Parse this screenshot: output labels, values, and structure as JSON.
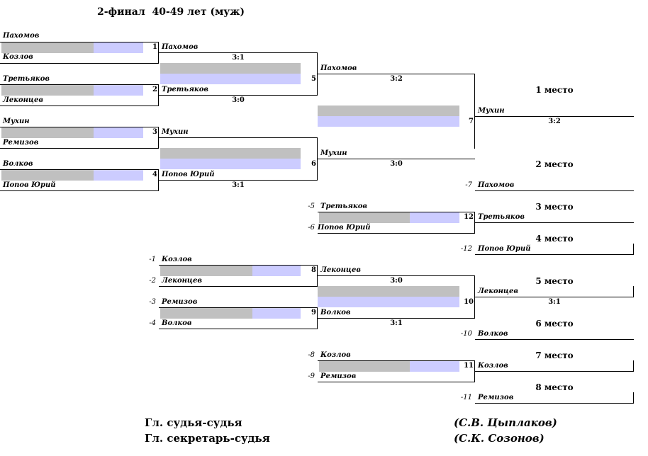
{
  "title": "2-финал  40-49 лет (муж)",
  "round1": [
    {
      "num": "1",
      "top": "Пахомов",
      "bottom": "Козлов",
      "winner": "Пахомов",
      "score": "3:1"
    },
    {
      "num": "2",
      "top": "Третьяков",
      "bottom": "Леконцев",
      "winner": "Третьяков",
      "score": "3:0"
    },
    {
      "num": "3",
      "top": "Мухин",
      "bottom": "Ремизов",
      "winner": "Мухин",
      "score": ""
    },
    {
      "num": "4",
      "top": "Волков",
      "bottom": "Попов Юрий",
      "winner": "Попов Юрий",
      "score": "3:1"
    }
  ],
  "round2": [
    {
      "num": "5",
      "winner": "Пахомов",
      "score": "3:2"
    },
    {
      "num": "6",
      "winner": "Мухин",
      "score": "3:0"
    }
  ],
  "final": {
    "num": "7",
    "winner": "Мухин",
    "score": "3:2"
  },
  "places": {
    "p1": "1 место",
    "p2": "2 место",
    "p3": "3 место",
    "p4": "4 место",
    "p5": "5 место",
    "p6": "6 место",
    "p7": "7 место",
    "p8": "8 место"
  },
  "second": {
    "loser_ref": "-7",
    "name": "Пахомов"
  },
  "m12": {
    "num": "12",
    "top_ref": "-5",
    "top": "Третьяков",
    "bottom_ref": "-6",
    "bottom": "Попов Юрий",
    "winner": "Третьяков",
    "loser_ref": "-12",
    "loser": "Попов Юрий"
  },
  "m8": {
    "num": "8",
    "top_ref": "-1",
    "top": "Козлов",
    "bottom_ref": "-2",
    "bottom": "Леконцев",
    "winner": "Леконцев",
    "score": "3:0"
  },
  "m9": {
    "num": "9",
    "top_ref": "-3",
    "top": "Ремизов",
    "bottom_ref": "-4",
    "bottom": "Волков",
    "winner": "Волков",
    "score": "3:1"
  },
  "m10": {
    "num": "10",
    "winner": "Леконцев",
    "score": "3:1",
    "loser_ref": "-10",
    "loser": "Волков"
  },
  "m11": {
    "num": "11",
    "top_ref": "-8",
    "top": "Козлов",
    "bottom_ref": "-9",
    "bottom": "Ремизов",
    "winner": "Козлов",
    "loser_ref": "-11",
    "loser": "Ремизов"
  },
  "footer": {
    "judge_label": "Гл. судья-судья",
    "judge_name": "(С.В. Цыплаков)",
    "secretary_label": "Гл. секретарь-судья",
    "secretary_name": "(С.К. Созонов)"
  }
}
